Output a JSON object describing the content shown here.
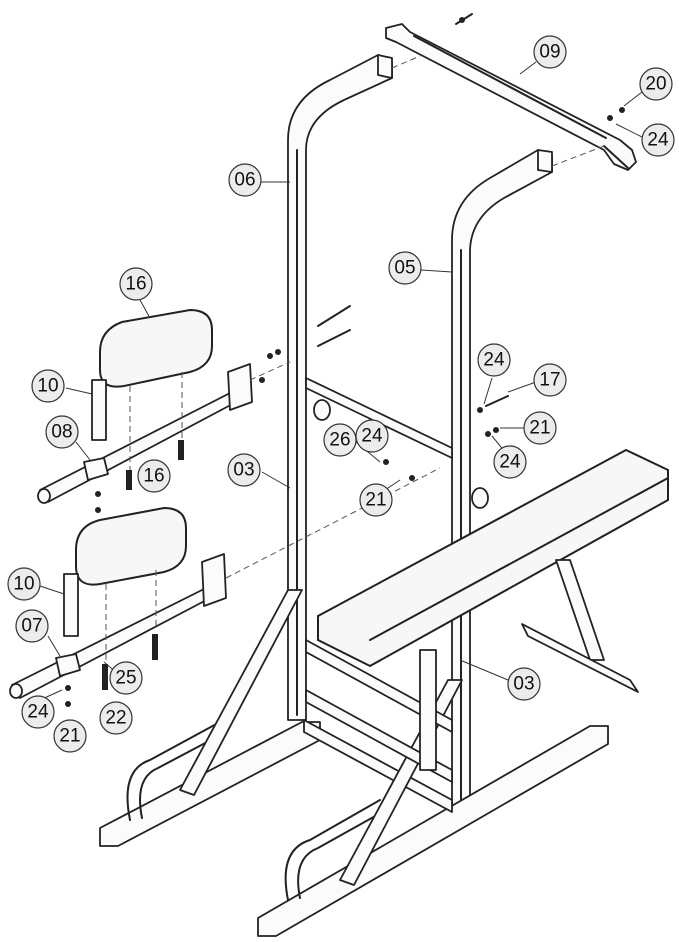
{
  "callouts": [
    {
      "id": "c09",
      "label": "09"
    },
    {
      "id": "c20",
      "label": "20"
    },
    {
      "id": "c24a",
      "label": "24"
    },
    {
      "id": "c06",
      "label": "06"
    },
    {
      "id": "c05",
      "label": "05"
    },
    {
      "id": "c16a",
      "label": "16"
    },
    {
      "id": "c10a",
      "label": "10"
    },
    {
      "id": "c08",
      "label": "08"
    },
    {
      "id": "c24b",
      "label": "24"
    },
    {
      "id": "c17",
      "label": "17"
    },
    {
      "id": "c21a",
      "label": "21"
    },
    {
      "id": "c26",
      "label": "26"
    },
    {
      "id": "c24c",
      "label": "24"
    },
    {
      "id": "c24d",
      "label": "24"
    },
    {
      "id": "c03a",
      "label": "03"
    },
    {
      "id": "c21b",
      "label": "21"
    },
    {
      "id": "c16b",
      "label": "16"
    },
    {
      "id": "c10b",
      "label": "10"
    },
    {
      "id": "c07",
      "label": "07"
    },
    {
      "id": "c25",
      "label": "25"
    },
    {
      "id": "c24e",
      "label": "24"
    },
    {
      "id": "c22",
      "label": "22"
    },
    {
      "id": "c21c",
      "label": "21"
    },
    {
      "id": "c03b",
      "label": "03"
    }
  ]
}
